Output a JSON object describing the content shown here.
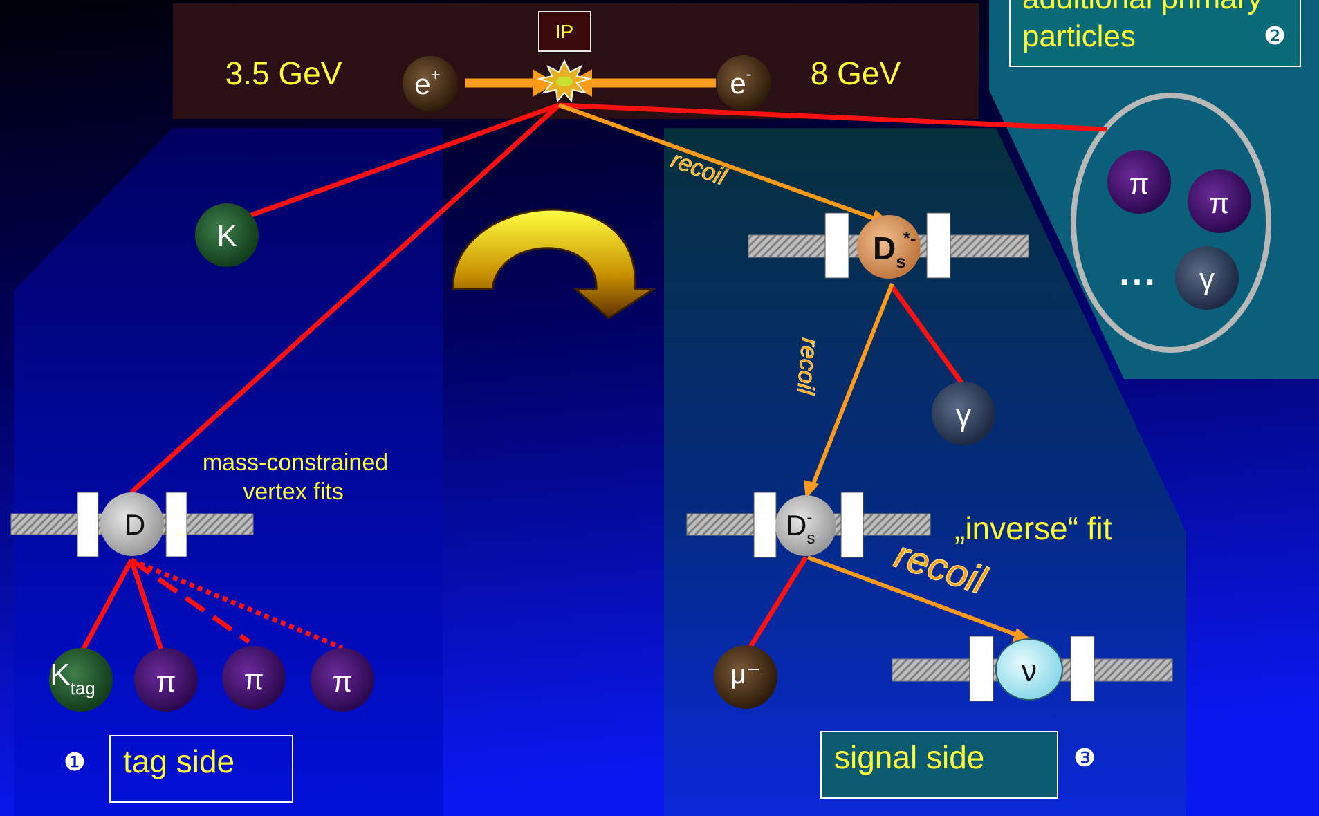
{
  "beam": {
    "ip_label": "IP",
    "left_energy": "3.5 GeV",
    "right_energy": "8 GeV",
    "positron": {
      "base": "e",
      "sup": "+"
    },
    "electron": {
      "base": "e",
      "sup": "-"
    }
  },
  "primary_box": {
    "line1": "additional primary",
    "line2": "particles",
    "marker": "❷"
  },
  "primary_particles": {
    "pi1": "π",
    "pi2": "π",
    "gamma": "γ",
    "dots": "..."
  },
  "tag": {
    "kaon": "K",
    "d_meson": "D",
    "ktag": {
      "base": "K",
      "sub": "tag"
    },
    "pions": [
      "π",
      "π",
      "π"
    ],
    "fit_line1": "mass-constrained",
    "fit_line2": "vertex fits",
    "side_label": "tag side",
    "marker": "❶"
  },
  "signal": {
    "ds_star": {
      "base": "D",
      "sub": "s",
      "sup": "*-"
    },
    "ds": {
      "base": "D",
      "sub": "s",
      "sup": "-"
    },
    "gamma": "γ",
    "muon": "μ⁻",
    "neutrino": "ν",
    "recoil_labels": [
      "recoil",
      "recoil",
      "recoil"
    ],
    "inverse_fit": "„inverse“ fit",
    "side_label": "signal side",
    "marker": "❸"
  },
  "colors": {
    "track_red": "#ff1111",
    "recoil_orange": "#ff9a1a",
    "label_yellow": "#ffff33",
    "background_blue": "#0000dd"
  }
}
